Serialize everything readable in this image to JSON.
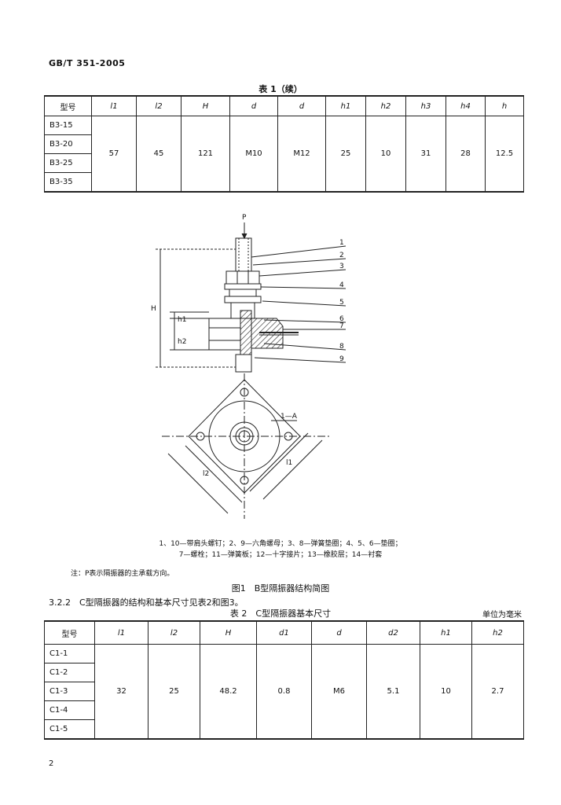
{
  "header": "GB/T 351-2005",
  "table1": {
    "caption": "表 1（续）",
    "headers": [
      "型号",
      "l1",
      "l2",
      "H",
      "d",
      "d",
      "h1",
      "h2",
      "h3",
      "h4",
      "h"
    ],
    "models": [
      "B3-15",
      "B3-20",
      "B3-25",
      "B3-35"
    ],
    "values": [
      "57",
      "45",
      "121",
      "M10",
      "M12",
      "25",
      "10",
      "31",
      "28",
      "12.5"
    ]
  },
  "figure": {
    "callouts": [
      "1",
      "2",
      "3",
      "4",
      "5",
      "6",
      "7",
      "8",
      "9"
    ],
    "labels": {
      "load": "P",
      "height": "H",
      "h1": "h1",
      "h2": "h2",
      "section": "1—A",
      "l1": "l1",
      "l2": "l2"
    }
  },
  "legend": {
    "line1": "1、10—带肩头螺钉；2、9—六角螺母；3、8—弹簧垫圈；4、5、6—垫圈；",
    "line2": "7—螺栓；11—弹簧板；12—十字接片；13—橡胶层；14—衬套"
  },
  "note": "注：P表示隔振器的主承载方向。",
  "figure_caption": "图1　B型隔振器结构简图",
  "section_text": "3.2.2　C型隔振器的结构和基本尺寸见表2和图3。",
  "table2": {
    "caption": "表 2　C型隔振器基本尺寸",
    "unit": "单位为毫米",
    "headers": [
      "型号",
      "l1",
      "l2",
      "H",
      "d1",
      "d",
      "d2",
      "h1",
      "h2"
    ],
    "models": [
      "C1-1",
      "C1-2",
      "C1-3",
      "C1-4",
      "C1-5"
    ],
    "values": [
      "32",
      "25",
      "48.2",
      "0.8",
      "M6",
      "5.1",
      "10",
      "2.7"
    ]
  },
  "page_number": "2"
}
